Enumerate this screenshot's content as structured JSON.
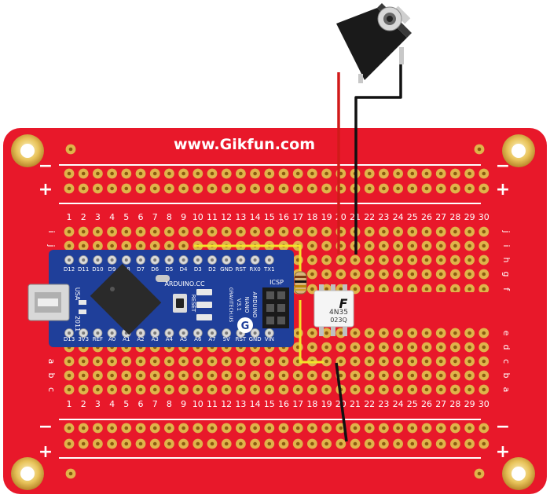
{
  "board": {
    "url": "www.Gikfun.com",
    "columns": [
      "1",
      "2",
      "3",
      "4",
      "5",
      "6",
      "7",
      "8",
      "9",
      "10",
      "11",
      "12",
      "13",
      "14",
      "15",
      "16",
      "17",
      "18",
      "19",
      "20",
      "21",
      "22",
      "23",
      "24",
      "25",
      "26",
      "27",
      "28",
      "29",
      "30"
    ],
    "rows_top_left": [
      "a",
      "b",
      "c"
    ],
    "rows_top_right": [
      "f",
      "g",
      "h",
      "i",
      "j"
    ],
    "rows_bottom_left": [
      "i",
      "j"
    ],
    "rows_bottom_right": [
      "a",
      "b",
      "c",
      "d",
      "e"
    ],
    "plus_sign": "+",
    "minus_sign": "−",
    "colors": {
      "pcb": "#e8182a",
      "pad": "#e0b44a",
      "hole": "#8a5a10"
    }
  },
  "arduino": {
    "top_pins": [
      "D12",
      "D11",
      "D10",
      "D9",
      "D8",
      "D7",
      "D6",
      "D5",
      "D4",
      "D3",
      "D2",
      "GND",
      "RST",
      "RX0",
      "TX1"
    ],
    "bottom_pins": [
      "D13",
      "3V3",
      "REF",
      "A0",
      "A1",
      "A2",
      "A3",
      "A4",
      "A5",
      "A6",
      "A7",
      "5V",
      "RST",
      "GND",
      "VIN"
    ],
    "brand": "ARDUINO.CC",
    "model_lines": [
      "ARDUINO",
      "NANO",
      "V3.1",
      "GRAVITECH.US"
    ],
    "usb_label": "USA",
    "year": "2011",
    "reset_label": "RESET",
    "icsp_label": "ICSP",
    "colors": {
      "board": "#1f3f9a"
    }
  },
  "optocoupler": {
    "logo": "F",
    "part": "4N35",
    "code": "023Q"
  },
  "wire_colors": {
    "red": "#d11a1a",
    "black": "#111111",
    "yellow": "#f4e22a"
  }
}
